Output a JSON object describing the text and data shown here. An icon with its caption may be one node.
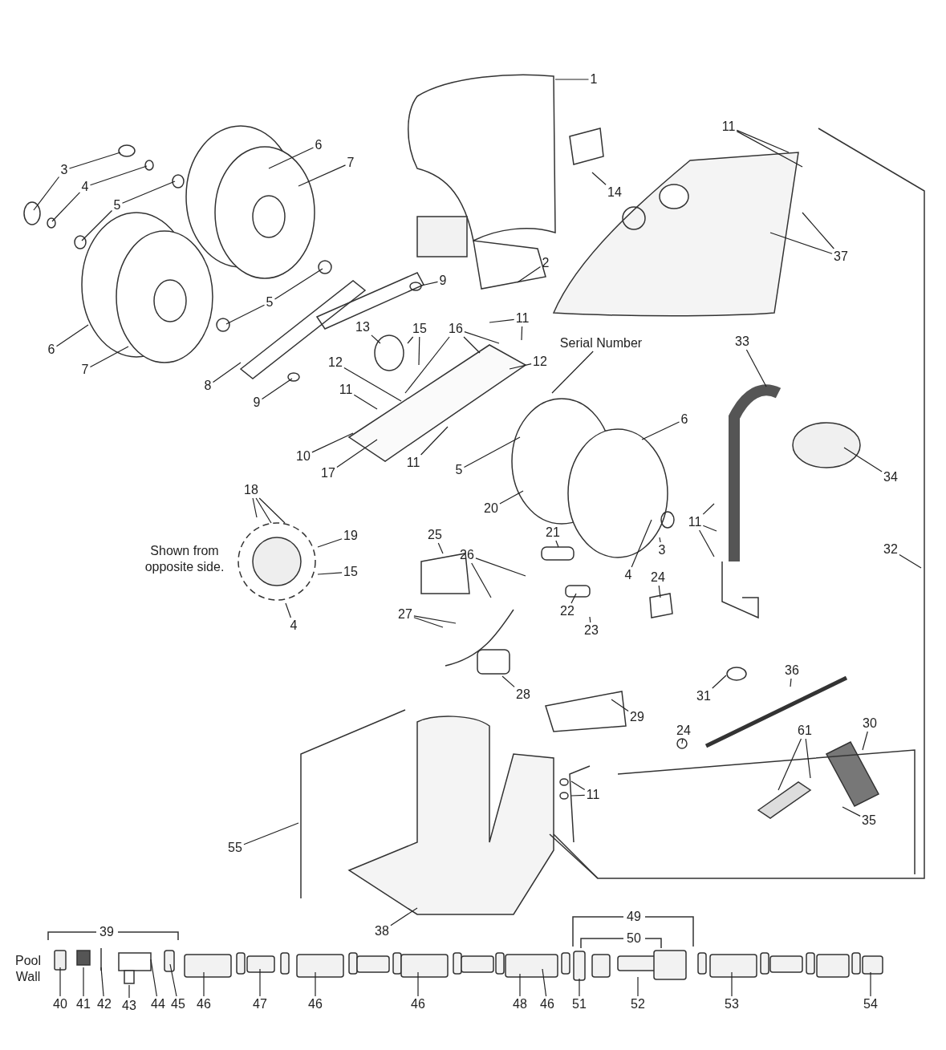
{
  "diagram": {
    "nodes": [
      {
        "text": [
          "1"
        ]
      },
      {
        "text": [
          "14"
        ]
      },
      {
        "text": [
          "11"
        ]
      },
      {
        "text": [
          "37"
        ]
      },
      {
        "text": [
          "3"
        ]
      },
      {
        "text": [
          "4"
        ]
      },
      {
        "text": [
          "5"
        ]
      },
      {
        "text": [
          "6"
        ]
      },
      {
        "text": [
          "7"
        ]
      },
      {
        "text": [
          "5"
        ]
      },
      {
        "text": [
          "6"
        ]
      },
      {
        "text": [
          "7"
        ]
      },
      {
        "text": [
          "8"
        ]
      },
      {
        "text": [
          "9"
        ]
      },
      {
        "text": [
          "9"
        ]
      },
      {
        "text": [
          "2"
        ]
      },
      {
        "text": [
          "11"
        ]
      },
      {
        "text": [
          "13"
        ]
      },
      {
        "text": [
          "15"
        ]
      },
      {
        "text": [
          "16"
        ]
      },
      {
        "text": [
          "Serial Number"
        ]
      },
      {
        "text": [
          "12"
        ]
      },
      {
        "text": [
          "12"
        ]
      },
      {
        "text": [
          "11"
        ]
      },
      {
        "text": [
          "10"
        ]
      },
      {
        "text": [
          "17"
        ]
      },
      {
        "text": [
          "11"
        ]
      },
      {
        "text": [
          "5"
        ]
      },
      {
        "text": [
          "6"
        ]
      },
      {
        "text": [
          "20"
        ]
      },
      {
        "text": [
          "4"
        ]
      },
      {
        "text": [
          "3"
        ]
      },
      {
        "text": [
          "33"
        ]
      },
      {
        "text": [
          "34"
        ]
      },
      {
        "text": [
          "11"
        ]
      },
      {
        "text": [
          "32"
        ]
      },
      {
        "text": [
          "18"
        ]
      },
      {
        "text": [
          "19"
        ]
      },
      {
        "text": [
          "15"
        ]
      },
      {
        "text": [
          "4"
        ]
      },
      {
        "text": [
          "21"
        ]
      },
      {
        "text": [
          "25"
        ]
      },
      {
        "text": [
          "26"
        ]
      },
      {
        "text": [
          "22"
        ]
      },
      {
        "text": [
          "23"
        ]
      },
      {
        "text": [
          "24"
        ]
      },
      {
        "text": [
          "27"
        ]
      },
      {
        "text": [
          "28"
        ]
      },
      {
        "text": [
          "31"
        ]
      },
      {
        "text": [
          "36"
        ]
      },
      {
        "text": [
          "29"
        ]
      },
      {
        "text": [
          "24"
        ]
      },
      {
        "text": [
          "30"
        ]
      },
      {
        "text": [
          "61"
        ]
      },
      {
        "text": [
          "35"
        ]
      },
      {
        "text": [
          "11"
        ]
      },
      {
        "text": [
          "55"
        ]
      },
      {
        "text": [
          "38"
        ]
      },
      {
        "text": [
          "40"
        ]
      },
      {
        "text": [
          "41"
        ]
      },
      {
        "text": [
          "42"
        ]
      },
      {
        "text": [
          "43"
        ]
      },
      {
        "text": [
          "44"
        ]
      },
      {
        "text": [
          "45"
        ]
      },
      {
        "text": [
          "46"
        ]
      },
      {
        "text": [
          "47"
        ]
      },
      {
        "text": [
          "46"
        ]
      },
      {
        "text": [
          "46"
        ]
      },
      {
        "text": [
          "48"
        ]
      },
      {
        "text": [
          "46"
        ]
      },
      {
        "text": [
          "51"
        ]
      },
      {
        "text": [
          "52"
        ]
      },
      {
        "text": [
          "53"
        ]
      },
      {
        "text": [
          "54"
        ]
      }
    ],
    "edges": [
      {
        "from": 0,
        "to": null,
        "arrow": "none"
      },
      {
        "from": 1,
        "to": null,
        "arrow": "none"
      },
      {
        "from": 2,
        "to": null,
        "arrow": "none"
      },
      {
        "from": 2,
        "to": null,
        "arrow": "none"
      },
      {
        "from": 3,
        "to": null,
        "arrow": "none"
      },
      {
        "from": 3,
        "to": null,
        "arrow": "none"
      },
      {
        "from": 4,
        "to": null,
        "arrow": "none"
      },
      {
        "from": 4,
        "to": null,
        "arrow": "none"
      },
      {
        "from": 5,
        "to": null,
        "arrow": "none"
      },
      {
        "from": 5,
        "to": null,
        "arrow": "none"
      },
      {
        "from": 6,
        "to": null,
        "arrow": "none"
      },
      {
        "from": 6,
        "to": null,
        "arrow": "none"
      },
      {
        "from": 7,
        "to": null,
        "arrow": "none"
      },
      {
        "from": 8,
        "to": null,
        "arrow": "none"
      },
      {
        "from": 9,
        "to": null,
        "arrow": "none"
      },
      {
        "from": 9,
        "to": null,
        "arrow": "none"
      },
      {
        "from": 10,
        "to": null,
        "arrow": "none"
      },
      {
        "from": 11,
        "to": null,
        "arrow": "none"
      },
      {
        "from": 12,
        "to": null,
        "arrow": "none"
      },
      {
        "from": 13,
        "to": null,
        "arrow": "none"
      },
      {
        "from": 14,
        "to": null,
        "arrow": "none"
      },
      {
        "from": 15,
        "to": null,
        "arrow": "none"
      },
      {
        "from": 16,
        "to": null,
        "arrow": "none"
      },
      {
        "from": 16,
        "to": null,
        "arrow": "none"
      },
      {
        "from": 17,
        "to": null,
        "arrow": "none"
      },
      {
        "from": 18,
        "to": null,
        "arrow": "none"
      },
      {
        "from": 18,
        "to": null,
        "arrow": "none"
      },
      {
        "from": 19,
        "to": null,
        "arrow": "none"
      },
      {
        "from": 19,
        "to": null,
        "arrow": "none"
      },
      {
        "from": 19,
        "to": null,
        "arrow": "none"
      },
      {
        "from": 20,
        "to": null,
        "arrow": "none"
      },
      {
        "from": 21,
        "to": null,
        "arrow": "none"
      },
      {
        "from": 22,
        "to": null,
        "arrow": "none"
      },
      {
        "from": 23,
        "to": null,
        "arrow": "none"
      },
      {
        "from": 24,
        "to": null,
        "arrow": "none"
      },
      {
        "from": 25,
        "to": null,
        "arrow": "none"
      },
      {
        "from": 26,
        "to": null,
        "arrow": "none"
      },
      {
        "from": 27,
        "to": null,
        "arrow": "none"
      },
      {
        "from": 28,
        "to": null,
        "arrow": "none"
      },
      {
        "from": 29,
        "to": null,
        "arrow": "none"
      },
      {
        "from": 30,
        "to": null,
        "arrow": "none"
      },
      {
        "from": 31,
        "to": null,
        "arrow": "none"
      },
      {
        "from": 32,
        "to": null,
        "arrow": "none"
      },
      {
        "from": 33,
        "to": null,
        "arrow": "none"
      },
      {
        "from": 34,
        "to": null,
        "arrow": "none"
      },
      {
        "from": 34,
        "to": null,
        "arrow": "none"
      },
      {
        "from": 34,
        "to": null,
        "arrow": "none"
      },
      {
        "from": 35,
        "to": null,
        "arrow": "none"
      },
      {
        "from": 36,
        "to": null,
        "arrow": "none"
      },
      {
        "from": 36,
        "to": null,
        "arrow": "none"
      },
      {
        "from": 36,
        "to": null,
        "arrow": "none"
      },
      {
        "from": 37,
        "to": null,
        "arrow": "none"
      },
      {
        "from": 38,
        "to": null,
        "arrow": "none"
      },
      {
        "from": 39,
        "to": null,
        "arrow": "none"
      },
      {
        "from": 40,
        "to": null,
        "arrow": "none"
      },
      {
        "from": 41,
        "to": null,
        "arrow": "none"
      },
      {
        "from": 42,
        "to": null,
        "arrow": "none"
      },
      {
        "from": 42,
        "to": null,
        "arrow": "none"
      },
      {
        "from": 43,
        "to": null,
        "arrow": "none"
      },
      {
        "from": 44,
        "to": null,
        "arrow": "none"
      },
      {
        "from": 45,
        "to": null,
        "arrow": "none"
      },
      {
        "from": 46,
        "to": null,
        "arrow": "none"
      },
      {
        "from": 46,
        "to": null,
        "arrow": "none"
      },
      {
        "from": 47,
        "to": null,
        "arrow": "none"
      },
      {
        "from": 48,
        "to": null,
        "arrow": "none"
      },
      {
        "from": 49,
        "to": null,
        "arrow": "none"
      },
      {
        "from": 50,
        "to": null,
        "arrow": "none"
      },
      {
        "from": 51,
        "to": null,
        "arrow": "none"
      },
      {
        "from": 52,
        "to": null,
        "arrow": "none"
      },
      {
        "from": 53,
        "to": null,
        "arrow": "none"
      },
      {
        "from": 53,
        "to": null,
        "arrow": "none"
      },
      {
        "from": 54,
        "to": null,
        "arrow": "none"
      },
      {
        "from": 55,
        "to": null,
        "arrow": "none"
      },
      {
        "from": 55,
        "to": null,
        "arrow": "none"
      },
      {
        "from": 56,
        "to": null,
        "arrow": "none"
      },
      {
        "from": 57,
        "to": null,
        "arrow": "none"
      },
      {
        "from": 58,
        "to": null,
        "arrow": "none"
      },
      {
        "from": 59,
        "to": null,
        "arrow": "none"
      },
      {
        "from": 60,
        "to": null,
        "arrow": "none"
      },
      {
        "from": 61,
        "to": null,
        "arrow": "none"
      },
      {
        "from": 62,
        "to": null,
        "arrow": "none"
      },
      {
        "from": 63,
        "to": null,
        "arrow": "none"
      },
      {
        "from": 64,
        "to": null,
        "arrow": "none"
      },
      {
        "from": 65,
        "to": null,
        "arrow": "none"
      },
      {
        "from": 66,
        "to": null,
        "arrow": "none"
      },
      {
        "from": 67,
        "to": null,
        "arrow": "none"
      },
      {
        "from": 68,
        "to": null,
        "arrow": "none"
      },
      {
        "from": 69,
        "to": null,
        "arrow": "none"
      },
      {
        "from": 70,
        "to": null,
        "arrow": "none"
      },
      {
        "from": 71,
        "to": null,
        "arrow": "none"
      },
      {
        "from": 72,
        "to": null,
        "arrow": "none"
      },
      {
        "from": 73,
        "to": null,
        "arrow": "none"
      }
    ],
    "labels": [
      "Shown from opposite side.",
      "39",
      "Pool Wall",
      "49",
      "50"
    ]
  }
}
